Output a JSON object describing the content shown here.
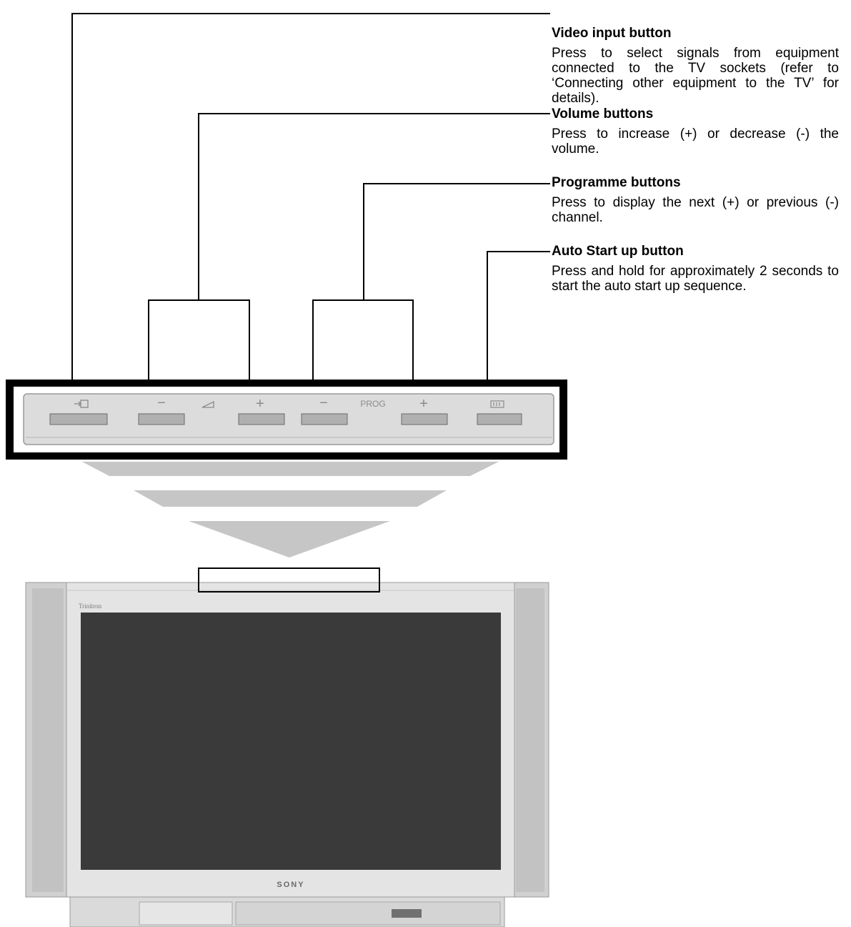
{
  "callouts": [
    {
      "title": "Video input button",
      "description": "Press to select signals from equipment connected to the TV sockets (refer to ‘Connecting other equipment to the TV’ for details)."
    },
    {
      "title": "Volume buttons",
      "description": "Press to increase (+) or decrease (-) the volume."
    },
    {
      "title": "Programme buttons",
      "description": "Press to display the next (+) or previous (-) channel."
    },
    {
      "title": "Auto Start up button",
      "description": "Press and hold for approximately 2 seconds to start the auto start up sequence."
    }
  ],
  "panel": {
    "minus_glyph": "−",
    "plus_glyph": "+",
    "prog_label": "PROG"
  },
  "tv": {
    "model_text": "Trinitron",
    "brand_text": "SONY"
  },
  "icons": {
    "video_input": "input-arrow-icon",
    "volume": "volume-wedge-icon",
    "auto_start": "auto-start-icon"
  },
  "colors": {
    "frame": "#000000",
    "panel": "#d8d8d8",
    "screen": "#3a3a3a",
    "arrow": "#c6c6c6"
  }
}
